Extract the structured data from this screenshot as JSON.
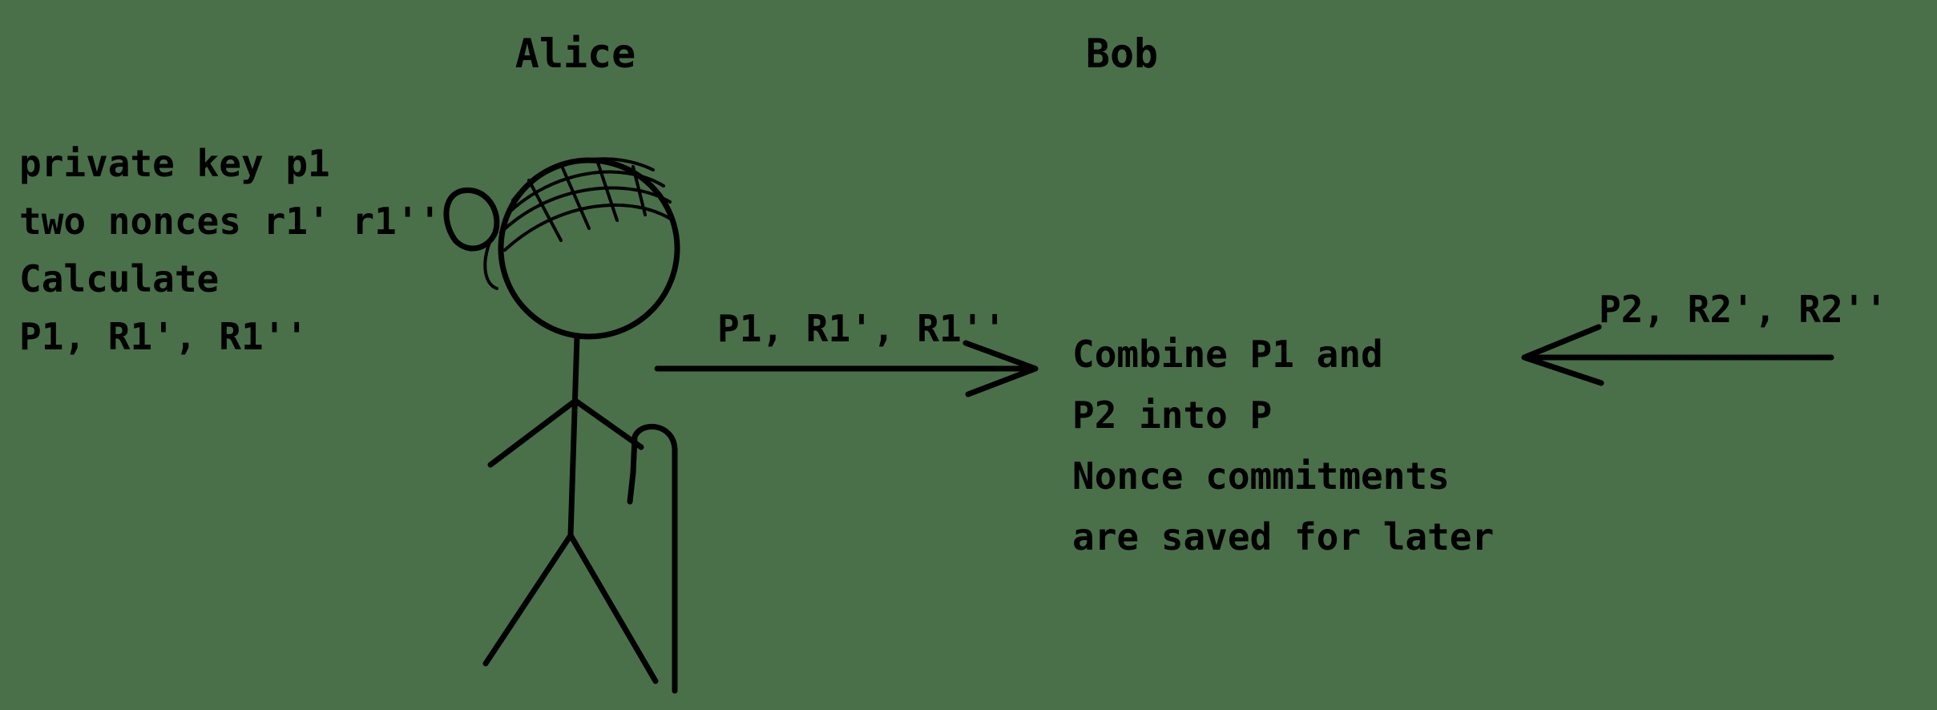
{
  "background_color": "#4a7049",
  "ink_color": "#000000",
  "actors": {
    "alice": {
      "name": "Alice"
    },
    "bob": {
      "name": "Bob"
    }
  },
  "alice_notes": {
    "lines": [
      "private key p1",
      "two nonces r1' r1''",
      "Calculate",
      "P1, R1', R1''"
    ]
  },
  "message_from_alice": {
    "label": "P1, R1', R1''"
  },
  "message_from_bob": {
    "label": "P2, R2', R2''"
  },
  "bob_notes": {
    "lines": [
      "Combine P1 and",
      "P2 into P",
      "Nonce commitments",
      "are saved for later"
    ]
  }
}
